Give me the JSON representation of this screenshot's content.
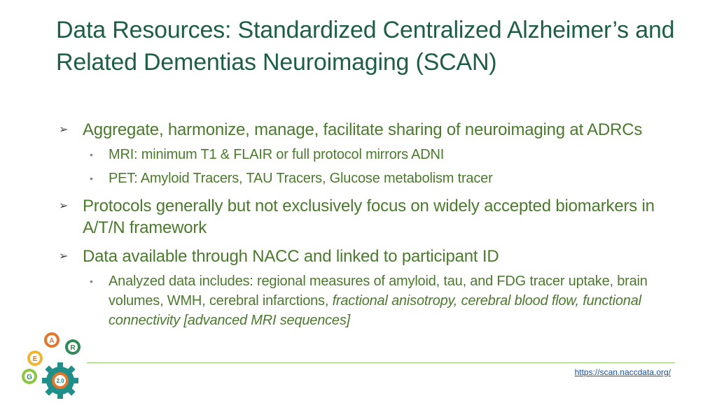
{
  "slide": {
    "title": "Data Resources: Standardized Centralized Alzheimer’s and Related Dementias Neuroimaging (SCAN)"
  },
  "bullets": [
    {
      "text": "Aggregate, harmonize, manage, facilitate sharing of neuroimaging at ADRCs",
      "subitems": [
        "MRI: minimum T1 & FLAIR or full protocol mirrors ADNI",
        "PET: Amyloid Tracers, TAU Tracers, Glucose metabolism tracer"
      ]
    },
    {
      "text": "Protocols generally but not exclusively focus on widely accepted biomarkers in A/T/N framework"
    },
    {
      "text": "Data available through NACC and linked to participant ID",
      "sub_plain": "Analyzed data includes: regional measures of amyloid, tau, and FDG tracer uptake, brain volumes, WMH, cerebral infarctions,",
      "sub_italic": "fractional anisotropy, cerebral blood flow, functional connectivity [advanced MRI sequences]"
    }
  ],
  "footer": {
    "url": "https://scan.naccdata.org/"
  },
  "logo": {
    "letters": [
      "G",
      "E",
      "A",
      "R"
    ],
    "version": "2.0",
    "colors": {
      "green": "#2e8b57",
      "orange": "#e2762a",
      "teal": "#1f8f8a",
      "lime": "#8cc63f",
      "yellow": "#f2b531"
    }
  },
  "theme": {
    "title_color": "#1e5e46",
    "body_color": "#4b7a2c",
    "divider_color": "#8fcf6a",
    "link_color": "#1a4fa0"
  }
}
